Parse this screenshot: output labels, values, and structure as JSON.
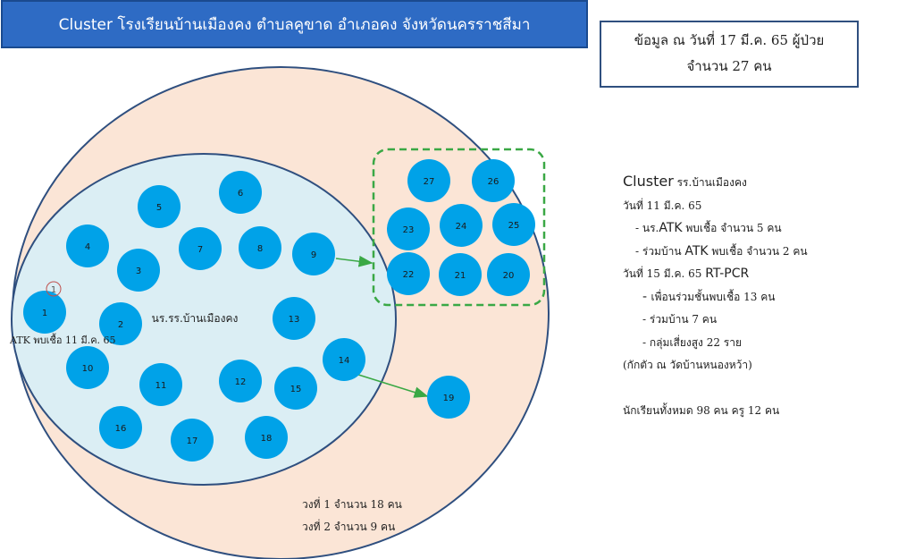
{
  "title": "Cluster โรงเรียนบ้านเมืองคง ตำบลคูขาด อำเภอคง จังหวัดนครราชสีมา",
  "info": {
    "line1": "ข้อมูล ณ วันที่ 17 มี.ค. 65 ผู้ป่วย",
    "line2": "จำนวน 27 คน"
  },
  "inner_circle_label": "นร.รร.บ้านเมืองคง",
  "small_marker_label": "1",
  "atk_note": "ATK พบเชื้อ 11 มี.ค. 65",
  "waves": {
    "wave1": "วงที่ 1 จำนวน 18 คน",
    "wave2": "วงที่ 2 จำนวน 9 คน"
  },
  "nodes": [
    {
      "id": "1",
      "label": "1"
    },
    {
      "id": "2",
      "label": "2"
    },
    {
      "id": "3",
      "label": "3"
    },
    {
      "id": "4",
      "label": "4"
    },
    {
      "id": "5",
      "label": "5"
    },
    {
      "id": "6",
      "label": "6"
    },
    {
      "id": "7",
      "label": "7"
    },
    {
      "id": "8",
      "label": "8"
    },
    {
      "id": "9",
      "label": "9"
    },
    {
      "id": "10",
      "label": "10"
    },
    {
      "id": "11",
      "label": "11"
    },
    {
      "id": "12",
      "label": "12"
    },
    {
      "id": "13",
      "label": "13"
    },
    {
      "id": "14",
      "label": "14"
    },
    {
      "id": "15",
      "label": "15"
    },
    {
      "id": "16",
      "label": "16"
    },
    {
      "id": "17",
      "label": "17"
    },
    {
      "id": "18",
      "label": "18"
    },
    {
      "id": "19",
      "label": "19"
    },
    {
      "id": "20",
      "label": "20"
    },
    {
      "id": "21",
      "label": "21"
    },
    {
      "id": "22",
      "label": "22"
    },
    {
      "id": "23",
      "label": "23"
    },
    {
      "id": "24",
      "label": "24"
    },
    {
      "id": "25",
      "label": "25"
    },
    {
      "id": "26",
      "label": "26"
    },
    {
      "id": "27",
      "label": "27"
    }
  ],
  "notes": {
    "heading_en": "Cluster",
    "heading_th": " รร.บ้านเมืองคง",
    "date1": "วันที่ 11 มี.ค. 65",
    "l1a": "- นร.",
    "l1b": "ATK",
    "l1c": " พบเชื้อ จำนวน 5 คน",
    "l2a": "- ร่วมบ้าน ",
    "l2b": "ATK",
    "l2c": " พบเชื้อ จำนวน 2 คน",
    "date2a": "วันที่  15 มี.ค. 65 ",
    "date2b": "RT-PCR",
    "l3a": "- ",
    "l3b": "เพื่อนร่วมชั้นพบเชื้อ 13 คน",
    "l4": "- ร่วมบ้าน 7 คน",
    "l5": "- กลุ่มเสี่ยงสูง 22 ราย",
    "l6": "(กักตัว ณ วัดบ้านหนองหว้า)",
    "l7": "นักเรียนทั้งหมด 98 คน ครู 12 คน"
  },
  "colors": {
    "outer_fill": "#fbe5d6",
    "inner_fill": "#dbeef4",
    "node_fill": "#00a2e8",
    "circle_stroke": "#2f4f7f",
    "group_box": "#3aa845",
    "arrow": "#3aa845",
    "title_bg": "#2e6bc4"
  }
}
